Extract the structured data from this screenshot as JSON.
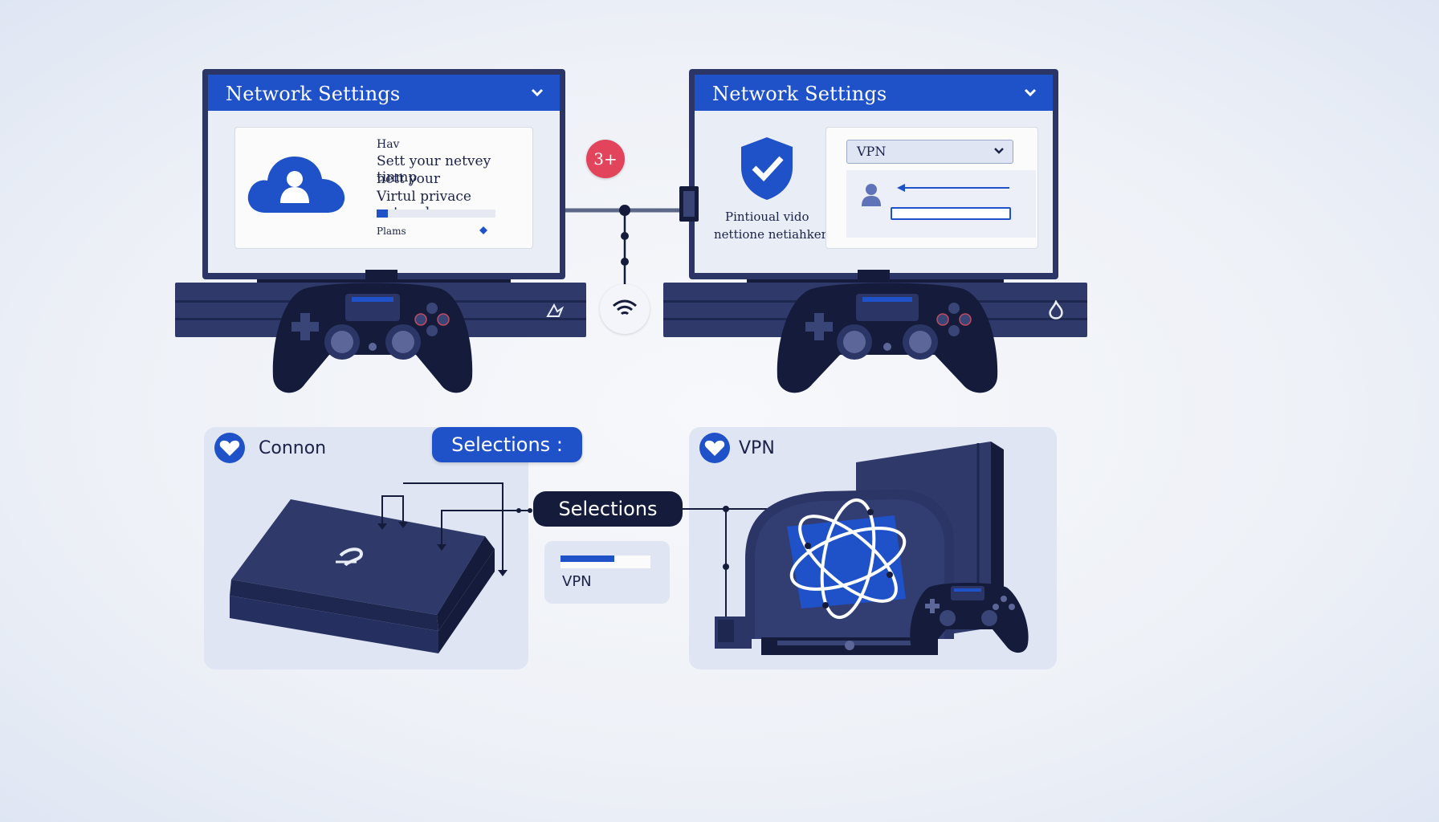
{
  "left_tv": {
    "title": "Network Settings",
    "card": {
      "line1": "Hav",
      "line2": "Sett your netvey tinmp",
      "line3": "nett your",
      "line4": "Virtul privace network",
      "footer_label": "Plams"
    }
  },
  "right_tv": {
    "title": "Network Settings",
    "shield_caption_1": "Pintioual vido",
    "shield_caption_2": "nettione netiahker",
    "dropdown_value": "VPN"
  },
  "badge": {
    "label": "3+"
  },
  "bottom_left_panel": {
    "title": "Connon"
  },
  "selections_pill_top": {
    "label": "Selections :"
  },
  "selections_pill_mid": {
    "label": "Selections"
  },
  "vpn_mini_card": {
    "label": "VPN",
    "progress": 0.6
  },
  "bottom_right_panel": {
    "title": "VPN"
  },
  "colors": {
    "accent_blue": "#1f51c9",
    "dark_navy": "#151c3b",
    "console_navy": "#2f3a6a",
    "badge_red": "#e2445c",
    "panel_bg": "#dfe5f3"
  }
}
